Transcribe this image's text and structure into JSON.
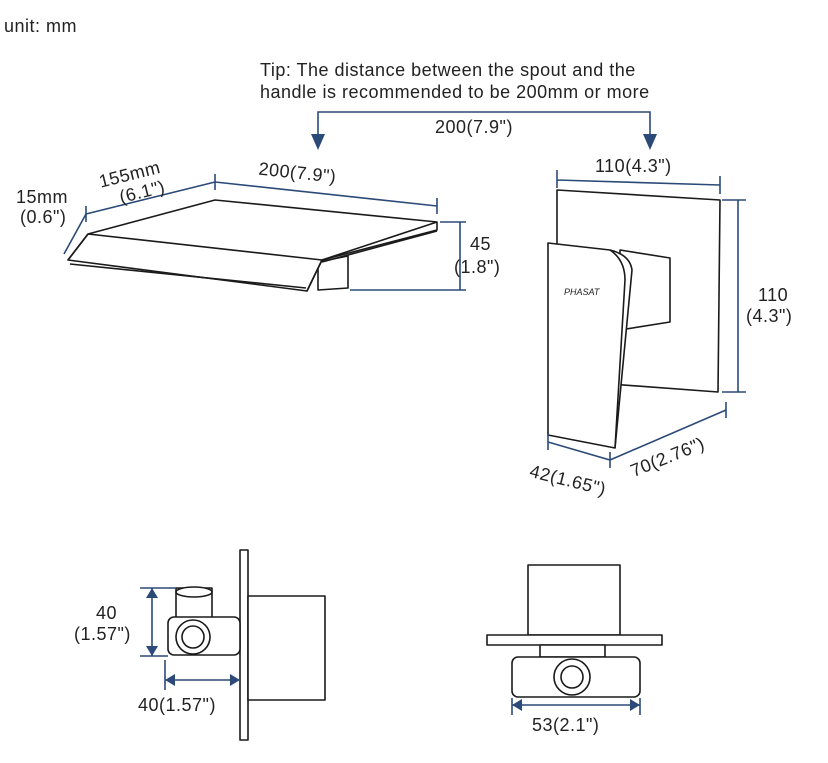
{
  "unit_label": "unit: mm",
  "tip": {
    "line1": "Tip: The distance between the spout and the",
    "line2": "handle is recommended to be 200mm or more",
    "distance": "200(7.9\")"
  },
  "spout": {
    "thickness_mm": "15mm",
    "thickness_in": "(0.6\")",
    "depth_mm": "155mm",
    "depth_in": "(6.1\")",
    "width": "200(7.9\")",
    "height_mm": "45",
    "height_in": "(1.8\")"
  },
  "valve": {
    "plate_width": "110(4.3\")",
    "plate_height_mm": "110",
    "plate_height_in": "(4.3\")",
    "handle_width": "42(1.65\")",
    "depth": "70(2.76\")",
    "logo_text": "PHASAT"
  },
  "side_view": {
    "height_mm": "40",
    "height_in": "(1.57\")",
    "depth": "40(1.57\")"
  },
  "top_view": {
    "width": "53(2.1\")"
  },
  "colors": {
    "dimension": "#2b4a78",
    "outline": "#1a1a1a"
  }
}
